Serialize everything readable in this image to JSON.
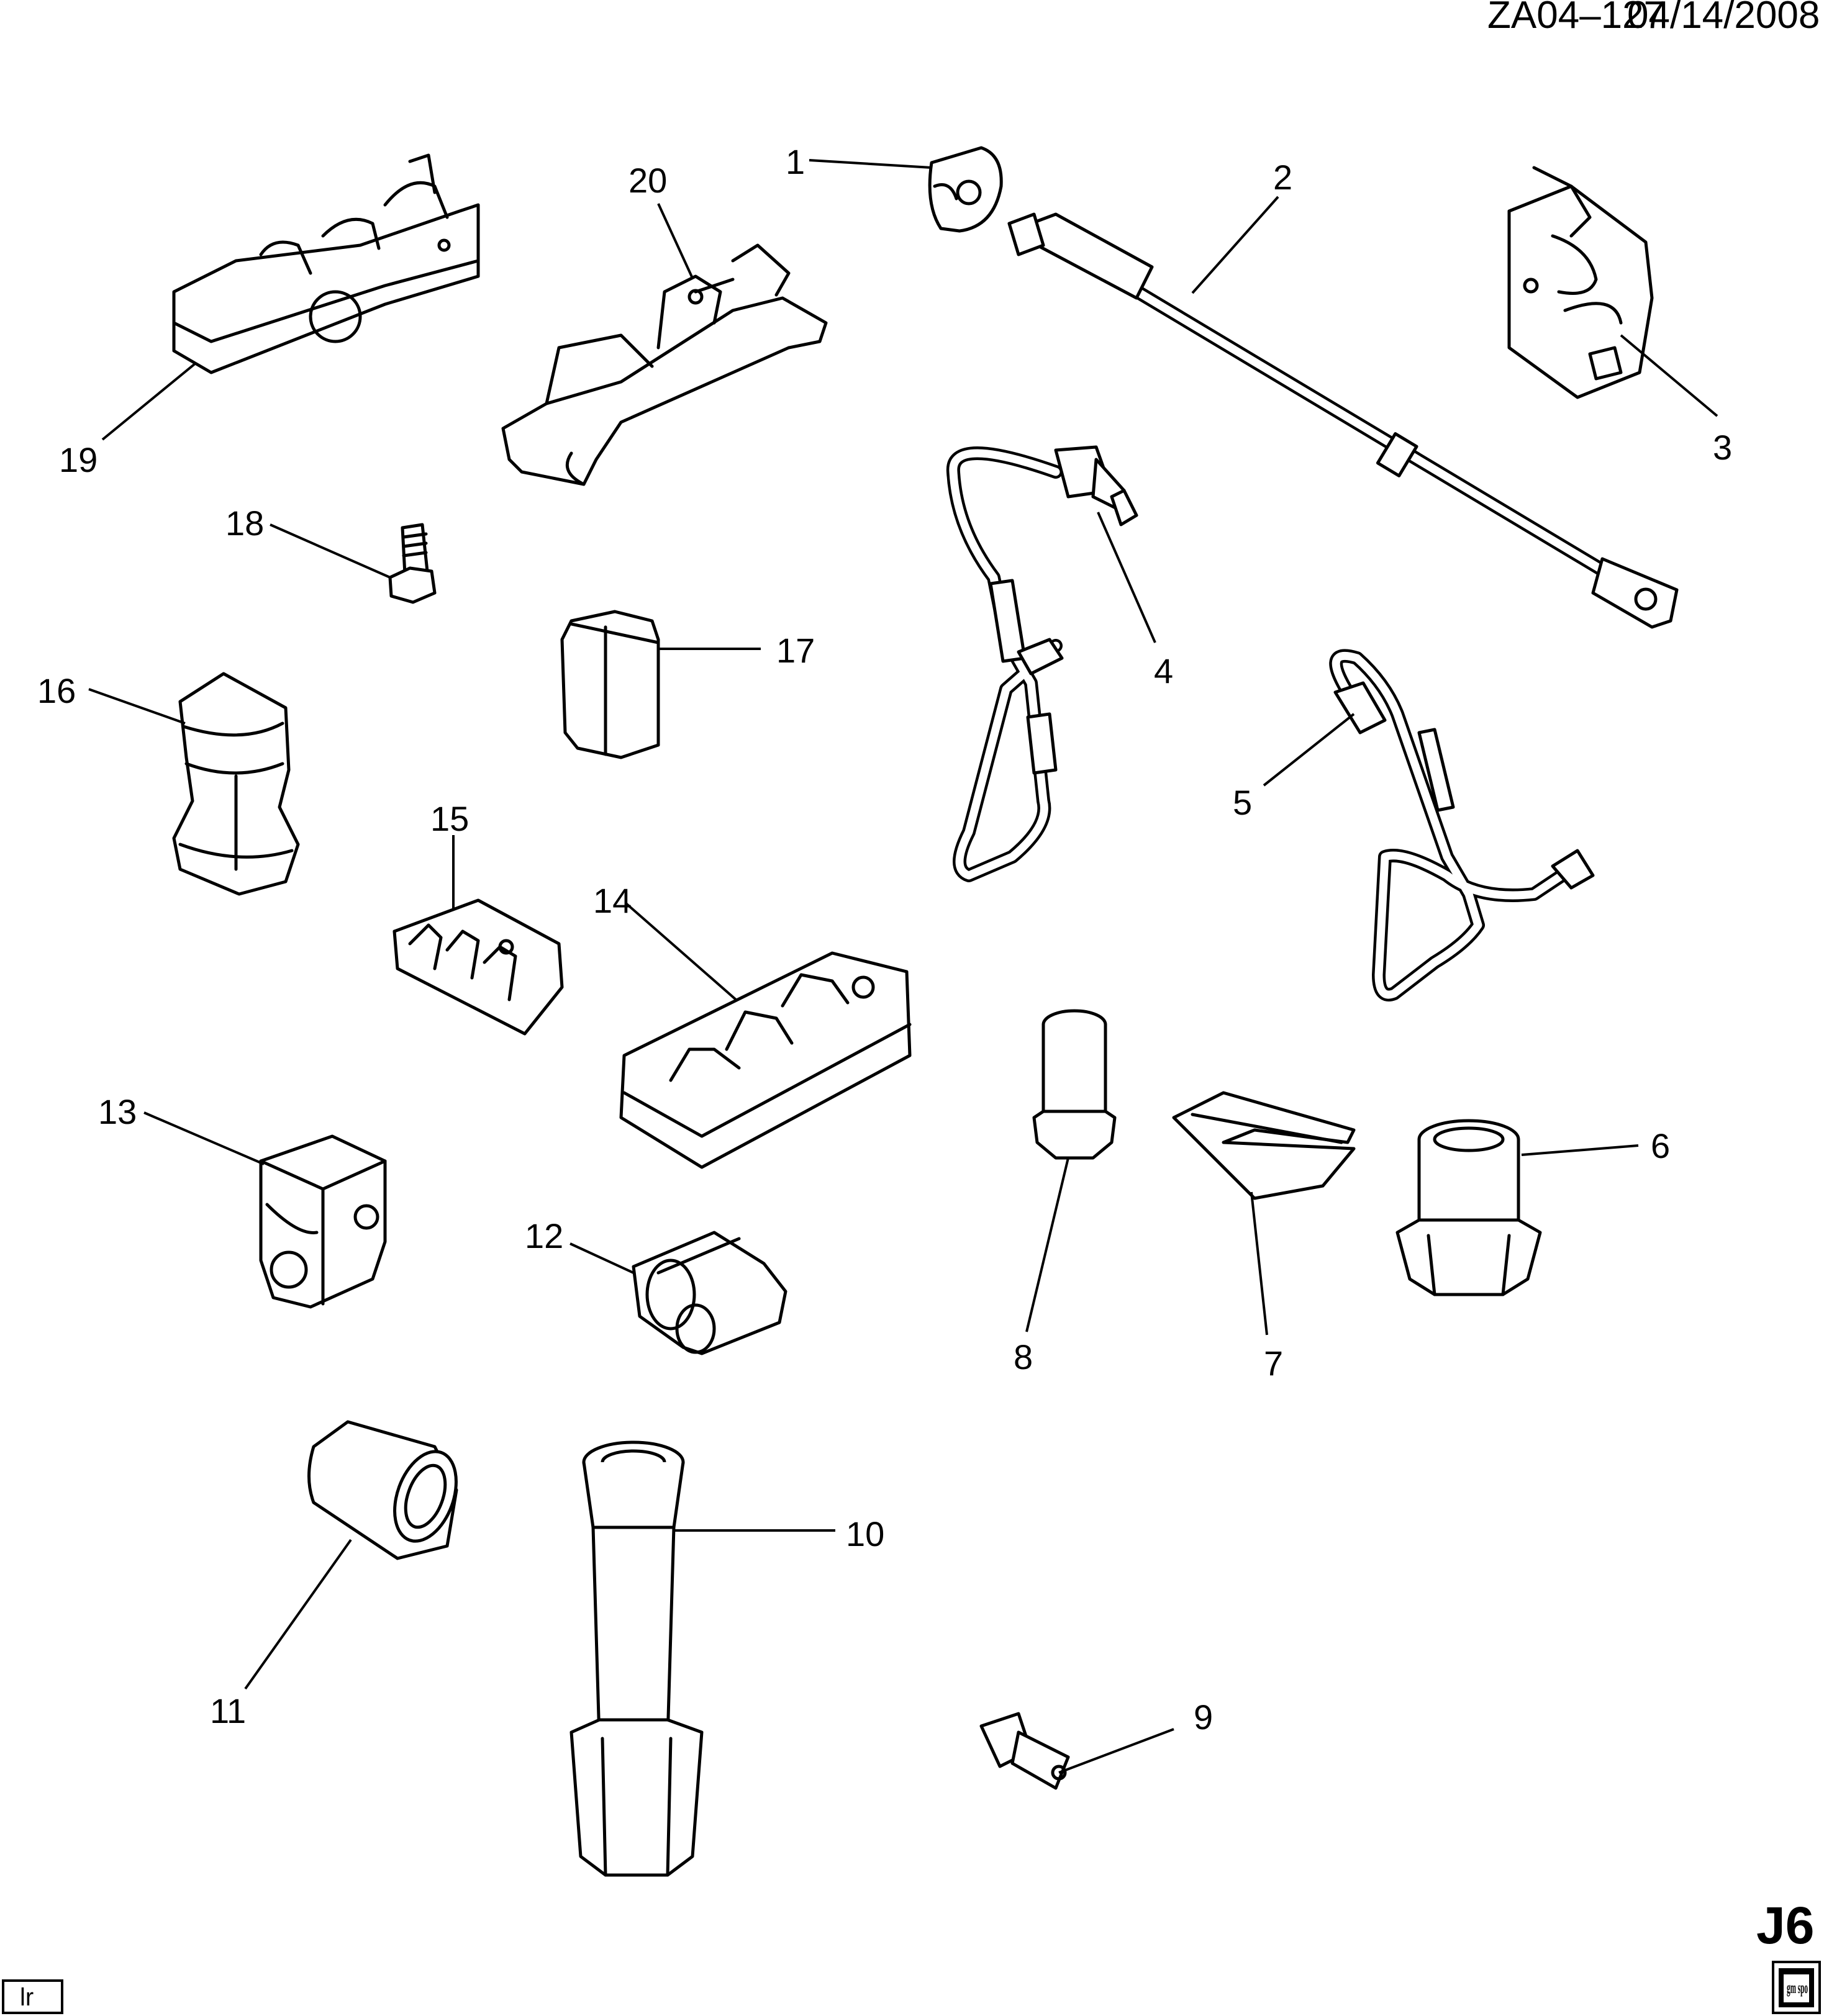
{
  "header": {
    "code": "ZA04–127",
    "date": "04/14/2008"
  },
  "section_code": "J6",
  "footer": {
    "corner_tag": "lr",
    "logo_text": "gm spo"
  },
  "callouts": [
    "1",
    "2",
    "3",
    "4",
    "5",
    "6",
    "7",
    "8",
    "9",
    "10",
    "11",
    "12",
    "13",
    "14",
    "15",
    "16",
    "17",
    "18",
    "19",
    "20"
  ]
}
